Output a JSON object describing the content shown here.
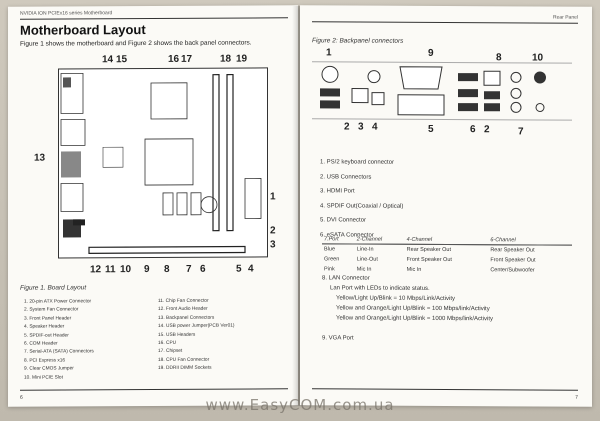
{
  "left_page": {
    "header": "NVIDIA ION PCIEx16 series Motherboard",
    "title": "Motherboard Layout",
    "intro": "Figure 1 shows the motherboard and Figure 2 shows the back panel connectors.",
    "callouts": {
      "top": [
        "14",
        "15",
        "16",
        "17",
        "18",
        "19"
      ],
      "left": "13",
      "right": [
        "1",
        "2",
        "3"
      ],
      "bottom": [
        "12",
        "11",
        "10",
        "9",
        "8",
        "7",
        "6",
        "5",
        "4"
      ]
    },
    "figure_caption": "Figure 1.    Board Layout",
    "legend_col1": [
      "1.    20-pin ATX Power Connector",
      "2.    System Fan Connector",
      "3.    Front Panel Header",
      "4.    Speaker Header",
      "5.    SPDIF-out Header",
      "6.    COM Header",
      "7.    Serial-ATA (SATA) Connectors",
      "8.    PCI Express x16",
      "9.    Clear CMOS Jumper",
      "10.  Mini PCIE Slot"
    ],
    "legend_col2": [
      "11.  Chip Fan Connector",
      "12.  Front Audio Header",
      "13.  Backpanel Connectors",
      "14.  USB power Jumper(PCB Ver01)",
      "15.  USB Headers",
      "16.  CPU",
      "17.  Chipset",
      "18.  CPU Fan Connector",
      "19.  DDRII DIMM Sockets"
    ],
    "page_number": "6"
  },
  "right_page": {
    "header": "Rear Panel",
    "figure_caption": "Figure 2: Backpanel  connectors",
    "callouts_top": [
      "1",
      "9",
      "8",
      "10"
    ],
    "callouts_bottom": [
      "2",
      "3",
      "4",
      "5",
      "6",
      "2",
      "7"
    ],
    "ports": [
      "1.  PS/2 keyboard connector",
      "2.  USB Connectors",
      "3.  HDMI Port",
      "4.  SPDIF Out(Coaxial / Optical)",
      "5.  DVI Connector",
      "6.  eSATA Connector"
    ],
    "audio_table": {
      "headers": [
        "7.Port",
        "2-Channel",
        "4-Channel",
        "6-Channel"
      ],
      "rows": [
        [
          "Blue",
          "Line-In",
          "Rear Speaker Out",
          "Rear Speaker Out"
        ],
        [
          "Green",
          "Line-Out",
          "Front Speaker Out",
          "Front Speaker Out"
        ],
        [
          "Pink",
          "Mic In",
          "Mic In",
          "Center/Subwoofer"
        ]
      ]
    },
    "lan": {
      "title": "8.  LAN Connector",
      "desc": "Lan Port with LEDs to indicate status.",
      "items": [
        "Yellow/Light Up/Blink = 10 Mbps/Link/Activity",
        "Yellow and Orange/Light Up/Blink = 100 Mbps/link/Activity",
        "Yellow and Orange/Light Up/Blink = 1000 Mbps/link/Activity"
      ]
    },
    "vga": "9.  VGA Port",
    "page_number": "7"
  },
  "watermark": "www.EasyCOM.com.ua"
}
